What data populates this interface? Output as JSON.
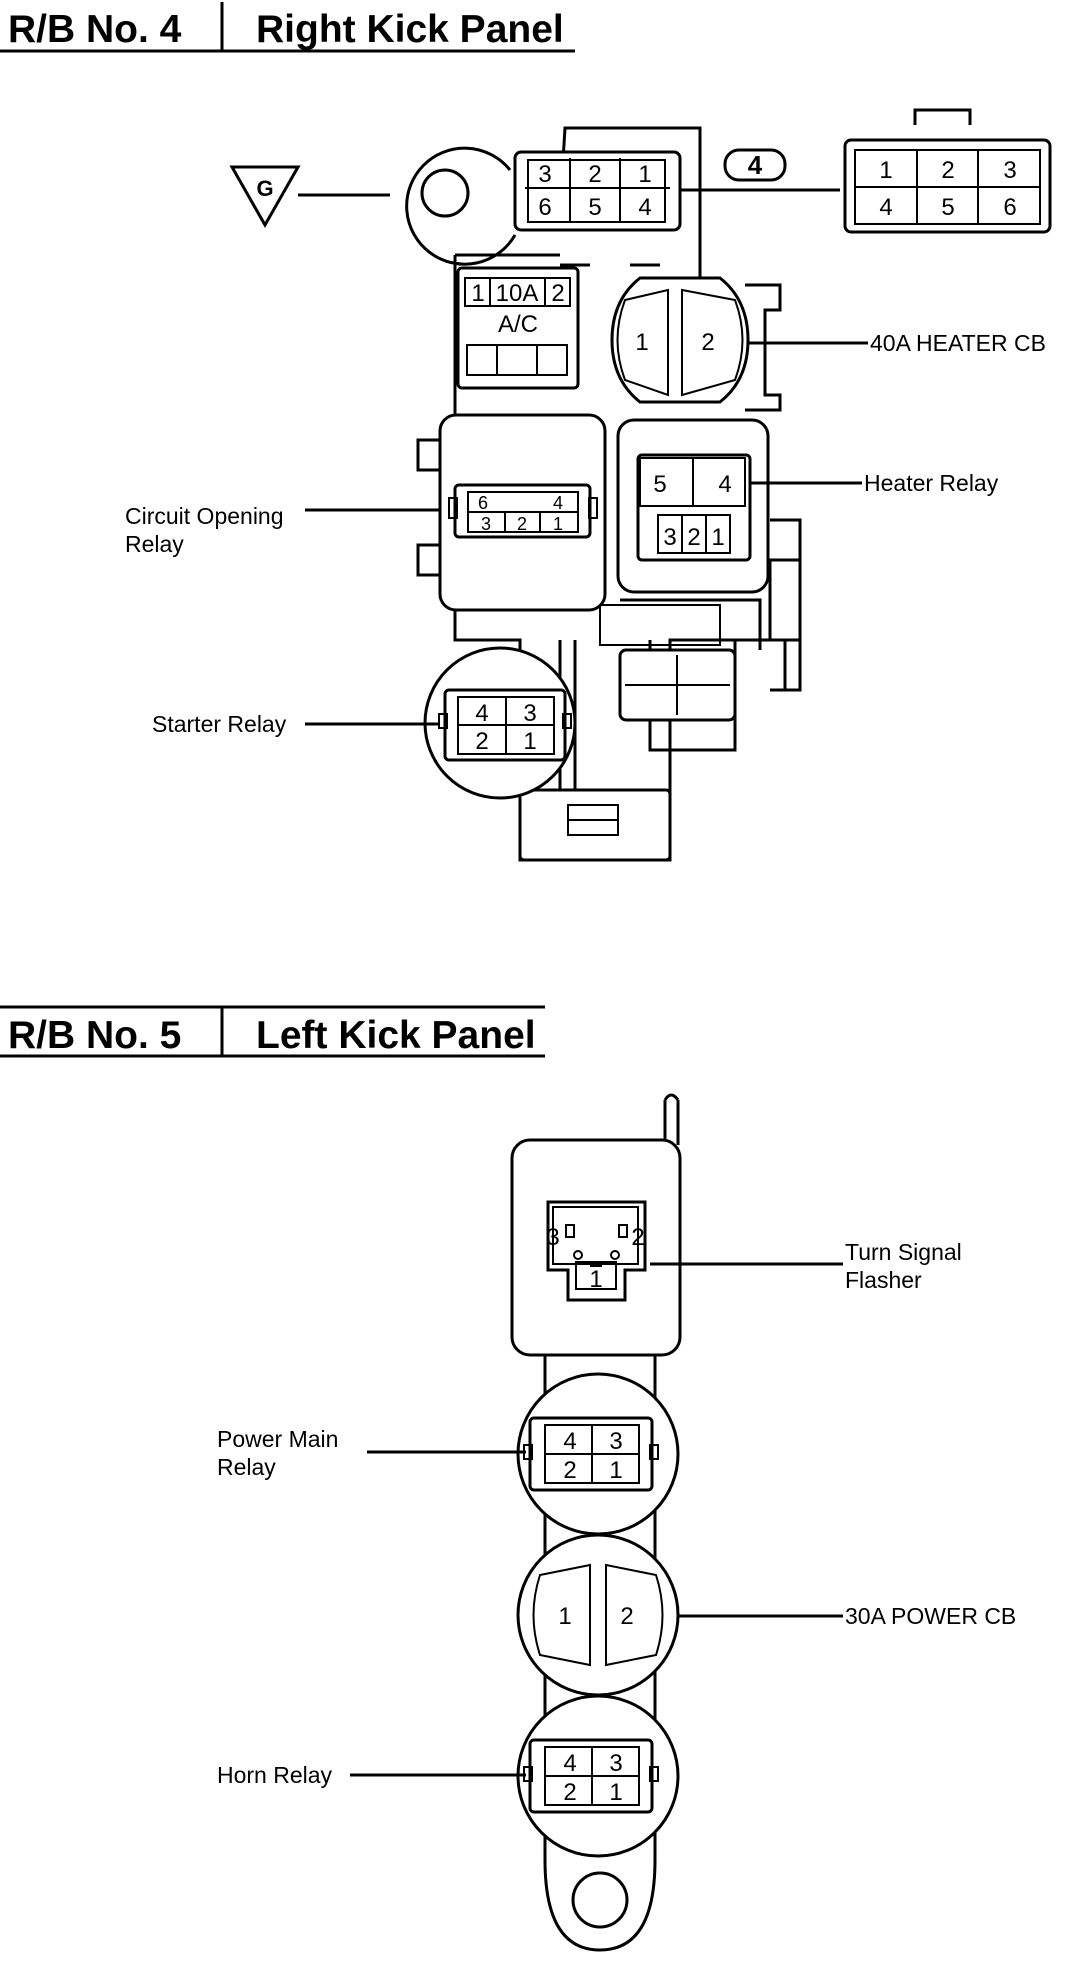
{
  "sections": [
    {
      "id": "rb4",
      "number": "R/B No. 4",
      "location": "Right Kick Panel"
    },
    {
      "id": "rb5",
      "number": "R/B No. 5",
      "location": "Left Kick Panel"
    }
  ],
  "rb4": {
    "ground_symbol": "G",
    "connector_tag": "4",
    "connector_pins_on_block": [
      "3",
      "2",
      "1",
      "6",
      "5",
      "4"
    ],
    "connector_pins_detail": [
      "1",
      "2",
      "3",
      "4",
      "5",
      "6"
    ],
    "fuse": {
      "left_pin": "1",
      "rating": "10A",
      "right_pin": "2",
      "name": "A/C"
    },
    "heater_cb": {
      "pins": [
        "1",
        "2"
      ],
      "label": "40A HEATER CB"
    },
    "circuit_opening_relay": {
      "label_line1": "Circuit Opening",
      "label_line2": "Relay",
      "pins": [
        "6",
        "4",
        "3",
        "2",
        "1"
      ]
    },
    "heater_relay": {
      "label": "Heater Relay",
      "pins": [
        "5",
        "4",
        "3",
        "2",
        "1"
      ]
    },
    "starter_relay": {
      "label": "Starter Relay",
      "pins": [
        "4",
        "3",
        "2",
        "1"
      ]
    }
  },
  "rb5": {
    "turn_signal_flasher": {
      "label_line1": "Turn Signal",
      "label_line2": "Flasher",
      "pins": [
        "3",
        "2",
        "1"
      ]
    },
    "power_main_relay": {
      "label_line1": "Power Main",
      "label_line2": "Relay",
      "pins": [
        "4",
        "3",
        "2",
        "1"
      ]
    },
    "power_cb": {
      "pins": [
        "1",
        "2"
      ],
      "label": "30A POWER CB"
    },
    "horn_relay": {
      "label": "Horn Relay",
      "pins": [
        "4",
        "3",
        "2",
        "1"
      ]
    }
  }
}
